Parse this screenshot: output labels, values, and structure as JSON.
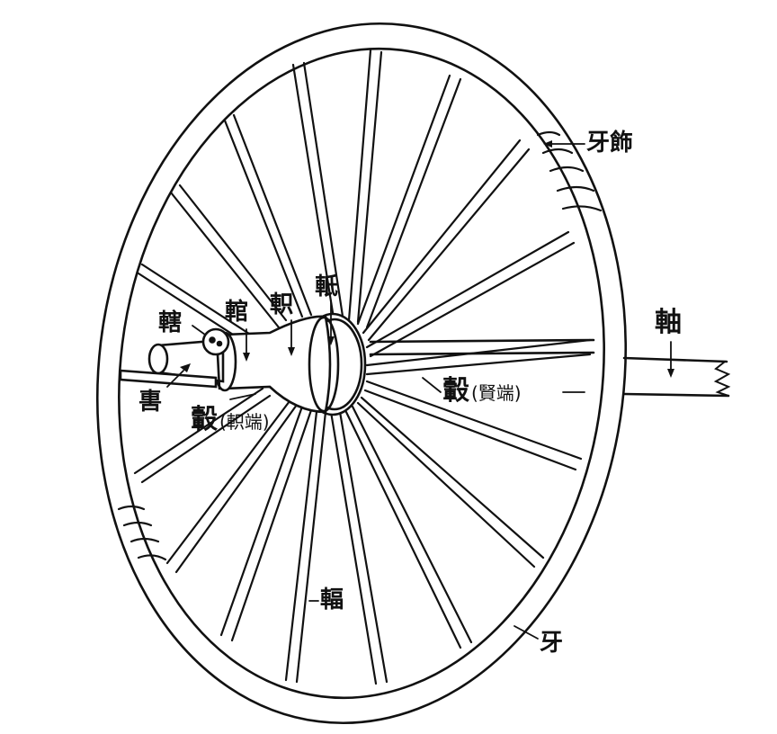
{
  "diagram": {
    "subject": "Ancient Chinese chariot wheel structure",
    "colors": {
      "line": "#111111",
      "background": "#ffffff"
    },
    "labels": {
      "rim_ornament": "牙飾",
      "linchpin": "轄",
      "hub_cap": "輨",
      "hub_end_ring": "軹",
      "hub_band": "軝",
      "axle_end_cap": "軎",
      "hub_inner_main": "轂",
      "hub_inner_note": "(軹端)",
      "hub_outer_main": "轂",
      "hub_outer_note": "(賢端)",
      "axle": "軸",
      "spoke": "輻",
      "rim": "牙"
    }
  }
}
